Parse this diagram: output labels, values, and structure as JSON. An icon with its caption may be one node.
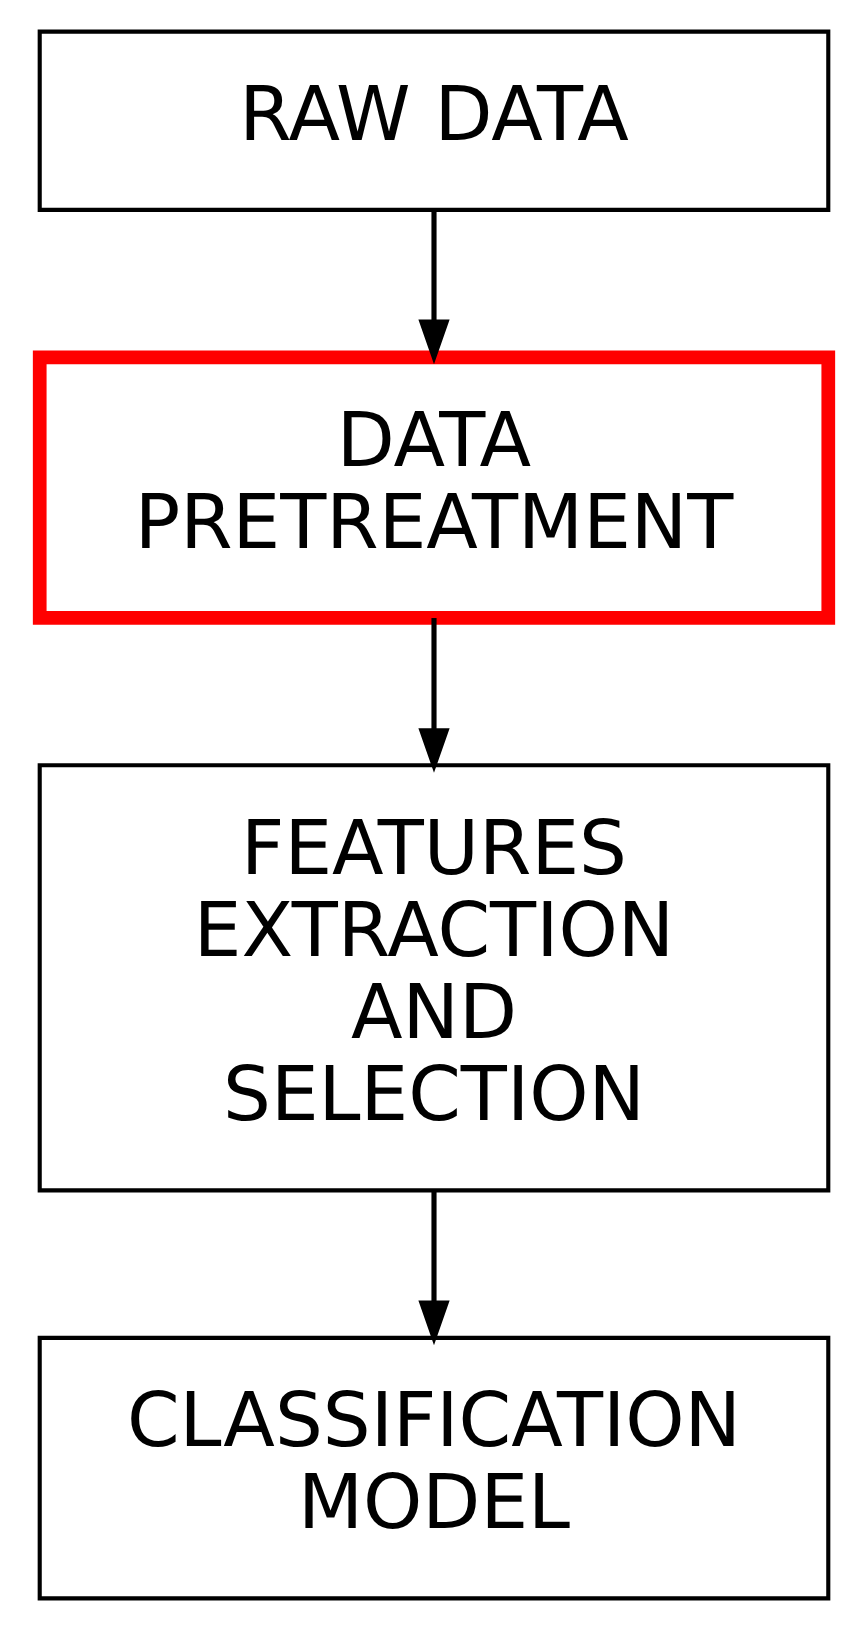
{
  "diagram": {
    "nodes": [
      {
        "text": [
          "RAW DATA"
        ]
      },
      {
        "text": [
          "DATA PRETREATMENT"
        ]
      },
      {
        "text": [
          "FEATURES EXTRACTION AND SELECTION"
        ]
      },
      {
        "text": [
          "CLASSIFICATION MODEL"
        ]
      }
    ],
    "edges": [
      {
        "from": 0,
        "to": 1,
        "arrow": "to"
      },
      {
        "from": 1,
        "to": 2,
        "arrow": "to"
      },
      {
        "from": 2,
        "to": 3,
        "arrow": "to"
      }
    ]
  }
}
